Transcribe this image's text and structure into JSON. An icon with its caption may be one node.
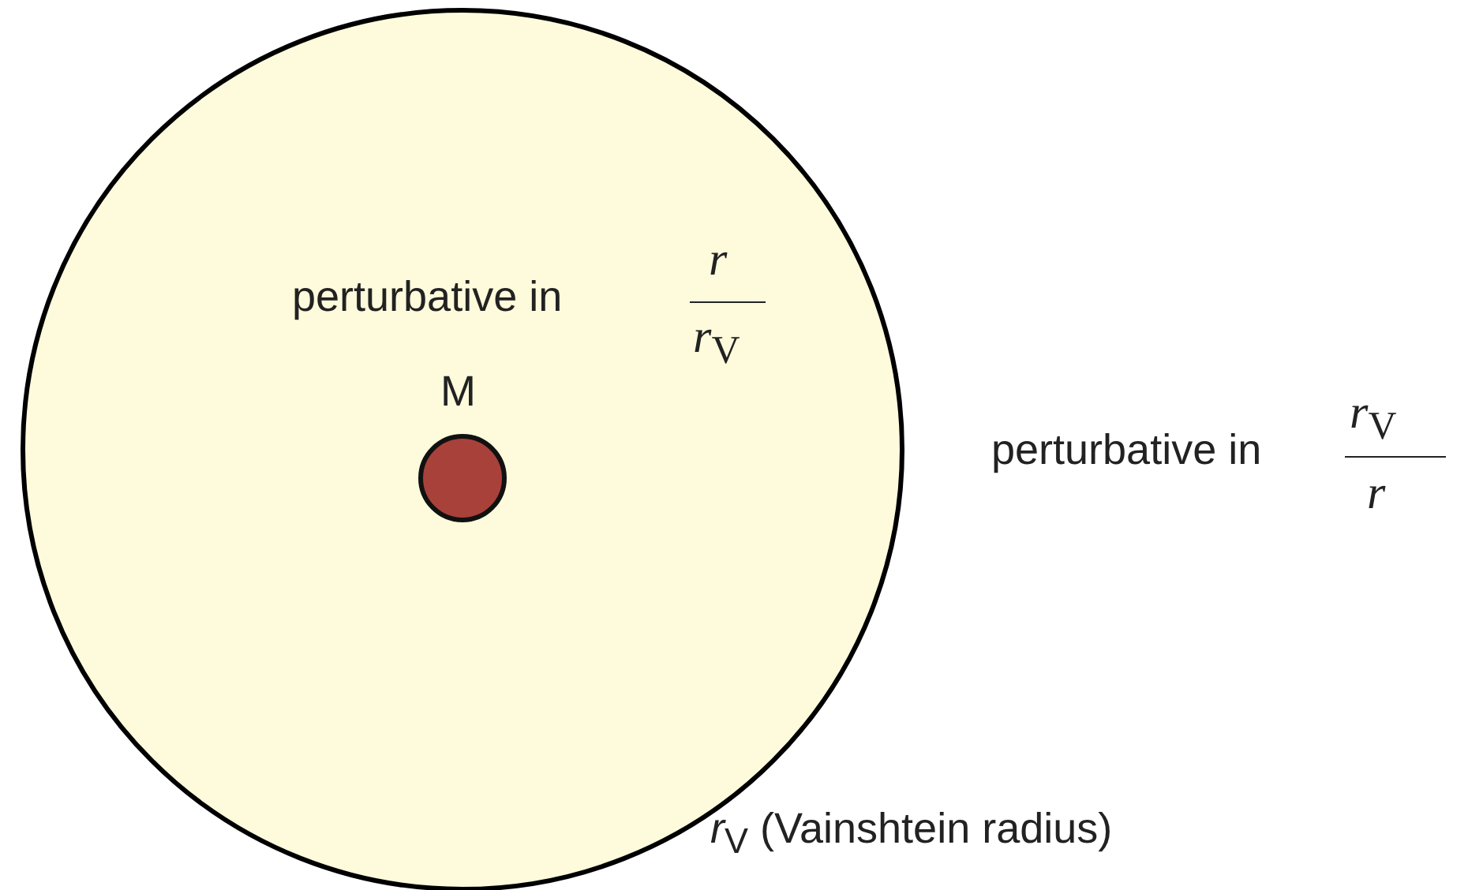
{
  "diagram": {
    "nodes": [
      {
        "text": [
          "perturbative in",
          "*r*",
          "*r*$_{V}$"
        ],
        "beside": [
          "*r*$_{V}$ (Vainshtein radius)"
        ]
      },
      {
        "text": [
          "M"
        ],
        "in": 0
      }
    ],
    "labels": [
      "perturbative in",
      "*r*$_{V}$",
      "*r*"
    ]
  }
}
